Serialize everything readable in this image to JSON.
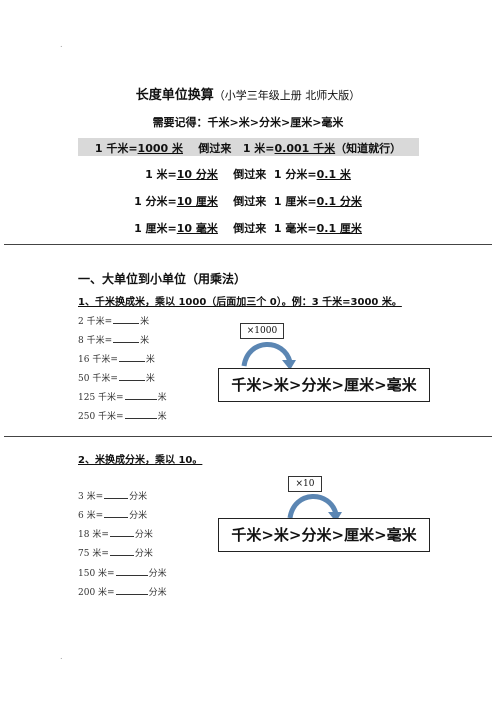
{
  "title": {
    "main": "长度单位换算",
    "sub": "（小学三年级上册  北师大版）"
  },
  "remember": "需要记得：千米>米>分米>厘米>毫米",
  "table": [
    {
      "left": "1 千米=",
      "left_u": "1000 米",
      "mid": "倒过来",
      "right": "1 米=",
      "right_u": "0.001 千米",
      "tail": "（知道就行）"
    },
    {
      "left": "1 米=",
      "left_u": "10 分米",
      "mid": "倒过来",
      "right": "1 分米=",
      "right_u": "0.1 米",
      "tail": ""
    },
    {
      "left": "1 分米=",
      "left_u": "10 厘米",
      "mid": "倒过来",
      "right": "1 厘米=",
      "right_u": "0.1 分米",
      "tail": ""
    },
    {
      "left": "1 厘米=",
      "left_u": "10 毫米",
      "mid": "倒过来",
      "right": "1 毫米=",
      "right_u": "0.1 厘米",
      "tail": ""
    }
  ],
  "section1": {
    "heading": "一、大单位到小单位（用乘法）",
    "sub_heading": "1、千米换成米，乘以 1000（后面加三个 0）。例：3 千米=3000 米。",
    "exercises": [
      {
        "left": "2 千米=",
        "unit": "米"
      },
      {
        "left": "8 千米=",
        "unit": "米"
      },
      {
        "left": "16 千米=",
        "unit": "米"
      },
      {
        "left": "50 千米=",
        "unit": "米"
      },
      {
        "left": "125 千米=",
        "unit": "米"
      },
      {
        "left": "250 千米=",
        "unit": "米"
      }
    ],
    "multiplier": "×1000",
    "chain": "千米>米>分米>厘米>毫米"
  },
  "section2": {
    "sub_heading": "2、米换成分米，乘以 10。",
    "exercises": [
      {
        "left": "3 米=",
        "unit": "分米"
      },
      {
        "left": "6 米=",
        "unit": "分米"
      },
      {
        "left": "18 米=",
        "unit": "分米"
      },
      {
        "left": "75 米=",
        "unit": "分米"
      },
      {
        "left": "150 米=",
        "unit": "分米"
      },
      {
        "left": "200 米=",
        "unit": "分米"
      }
    ],
    "multiplier": "×10",
    "chain": "千米>米>分米>厘米>毫米"
  },
  "marks": {
    "dot": "."
  }
}
